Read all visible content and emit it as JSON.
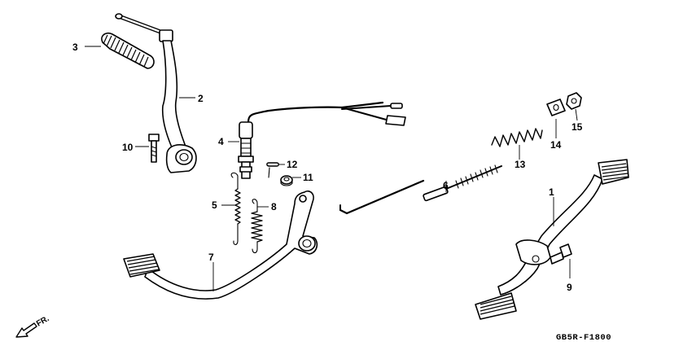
{
  "diagram": {
    "code": "GB5R-F1800",
    "direction_label": "FR.",
    "callouts": [
      "1",
      "2",
      "3",
      "4",
      "5",
      "6",
      "7",
      "8",
      "9",
      "10",
      "11",
      "12",
      "13",
      "14",
      "15"
    ]
  }
}
